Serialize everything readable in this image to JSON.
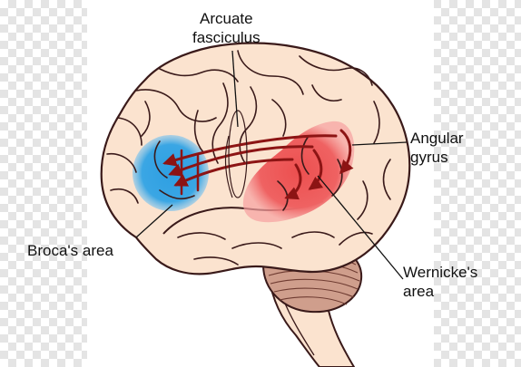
{
  "labels": {
    "arcuate_fasciculus": [
      "Arcuate",
      "fasciculus"
    ],
    "angular_gyrus": [
      "Angular",
      "gyrus"
    ],
    "brocas_area": "Broca's area",
    "wernickes_area": [
      "Wernicke's",
      "area"
    ]
  },
  "colors": {
    "brain_fill": "#fbe3cf",
    "outline": "#3a1a1a",
    "brocas_area": "#3aa6e4",
    "wernickes_area": "#ee5b5b",
    "arrows": "#8c1414",
    "cerebellum": "#cf9e8c"
  }
}
